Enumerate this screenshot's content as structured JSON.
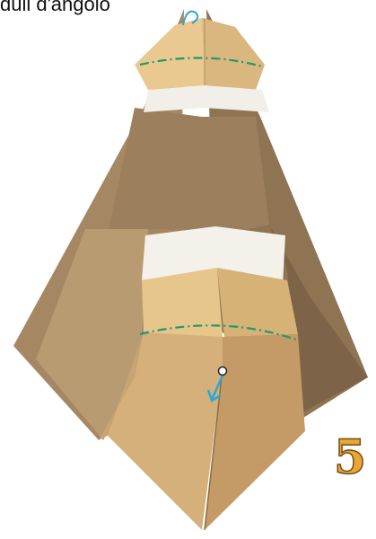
{
  "caption": "duli d'angolo",
  "step_number": "5",
  "colors": {
    "paper_dark": "#a98a62",
    "paper_mid": "#c9a676",
    "paper_light": "#efd39c",
    "paper_white": "#f3f1ea",
    "fold_line": "#1f9a6a",
    "arrow": "#2aa7d8",
    "step_fill": "#e7a83a"
  },
  "icons": [
    "mountain-fold-line",
    "valley-fold-line",
    "fold-arrow",
    "pivot-point"
  ]
}
